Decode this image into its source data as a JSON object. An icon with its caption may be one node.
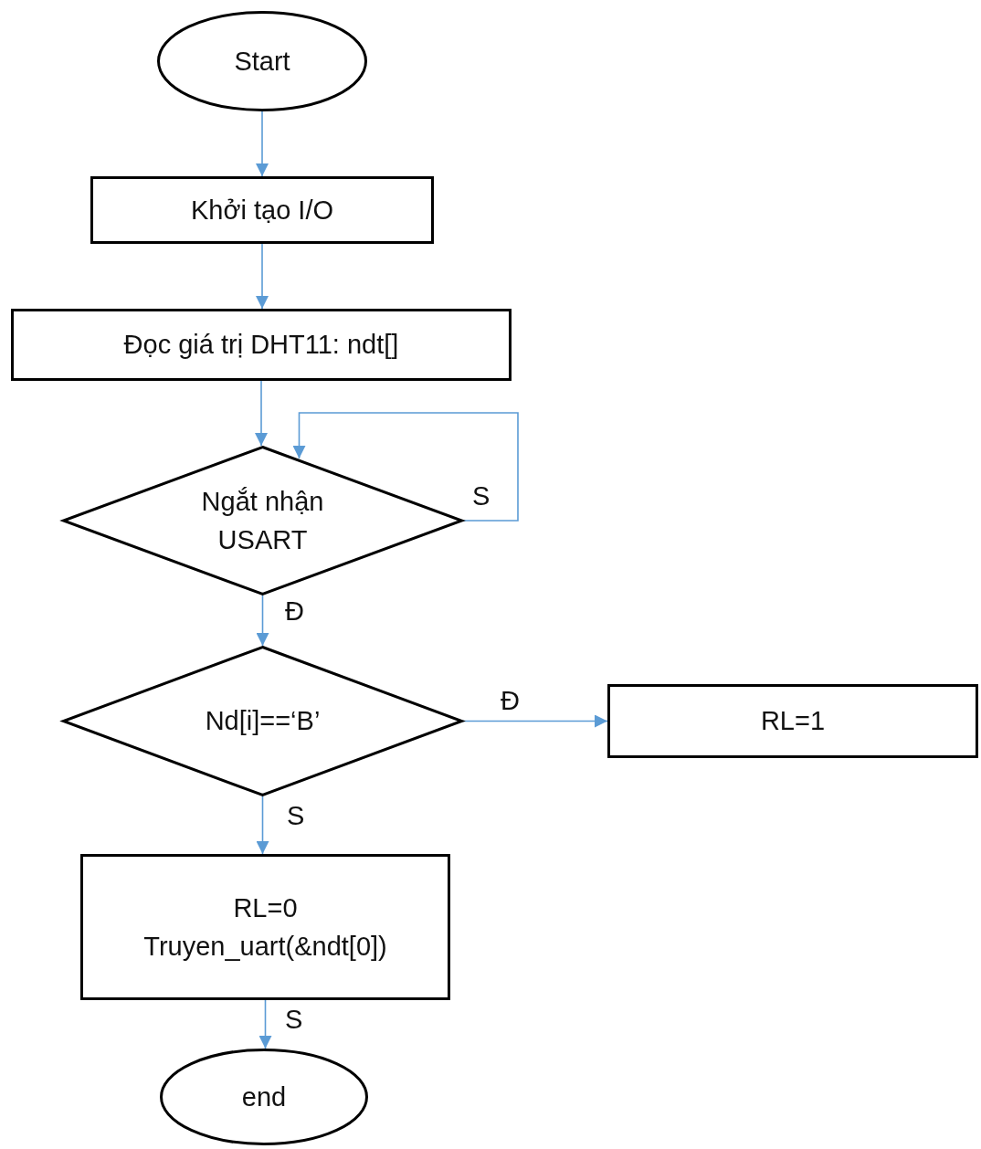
{
  "diagram": {
    "nodes": [
      {
        "text": [
          "Start"
        ]
      },
      {
        "text": [
          "Khởi tạo I/O"
        ]
      },
      {
        "text": [
          "Đọc giá trị DHT11: ndt[]"
        ]
      },
      {
        "text": [
          "Ngắt nhận USART"
        ]
      },
      {
        "text": [
          "Nd[i]==‘B’"
        ]
      },
      {
        "text": [
          "RL=1"
        ]
      },
      {
        "text": [
          "RL=0",
          "Truyen_uart(&ndt[0])"
        ]
      },
      {
        "text": [
          "end"
        ]
      }
    ],
    "edges": [
      {
        "from": 0,
        "to": 1,
        "arrow": "to"
      },
      {
        "from": 1,
        "to": 2,
        "arrow": "to"
      },
      {
        "from": 2,
        "to": 3,
        "arrow": "to"
      },
      {
        "from": 3,
        "to": 3,
        "arrow": "to",
        "label": "S"
      },
      {
        "from": 3,
        "to": 4,
        "arrow": "to",
        "label": "Đ"
      },
      {
        "from": 4,
        "to": 5,
        "arrow": "to",
        "label": "Đ"
      },
      {
        "from": 4,
        "to": 6,
        "arrow": "to",
        "label": "S"
      },
      {
        "from": 6,
        "to": 7,
        "arrow": "to",
        "label": "S"
      }
    ]
  }
}
